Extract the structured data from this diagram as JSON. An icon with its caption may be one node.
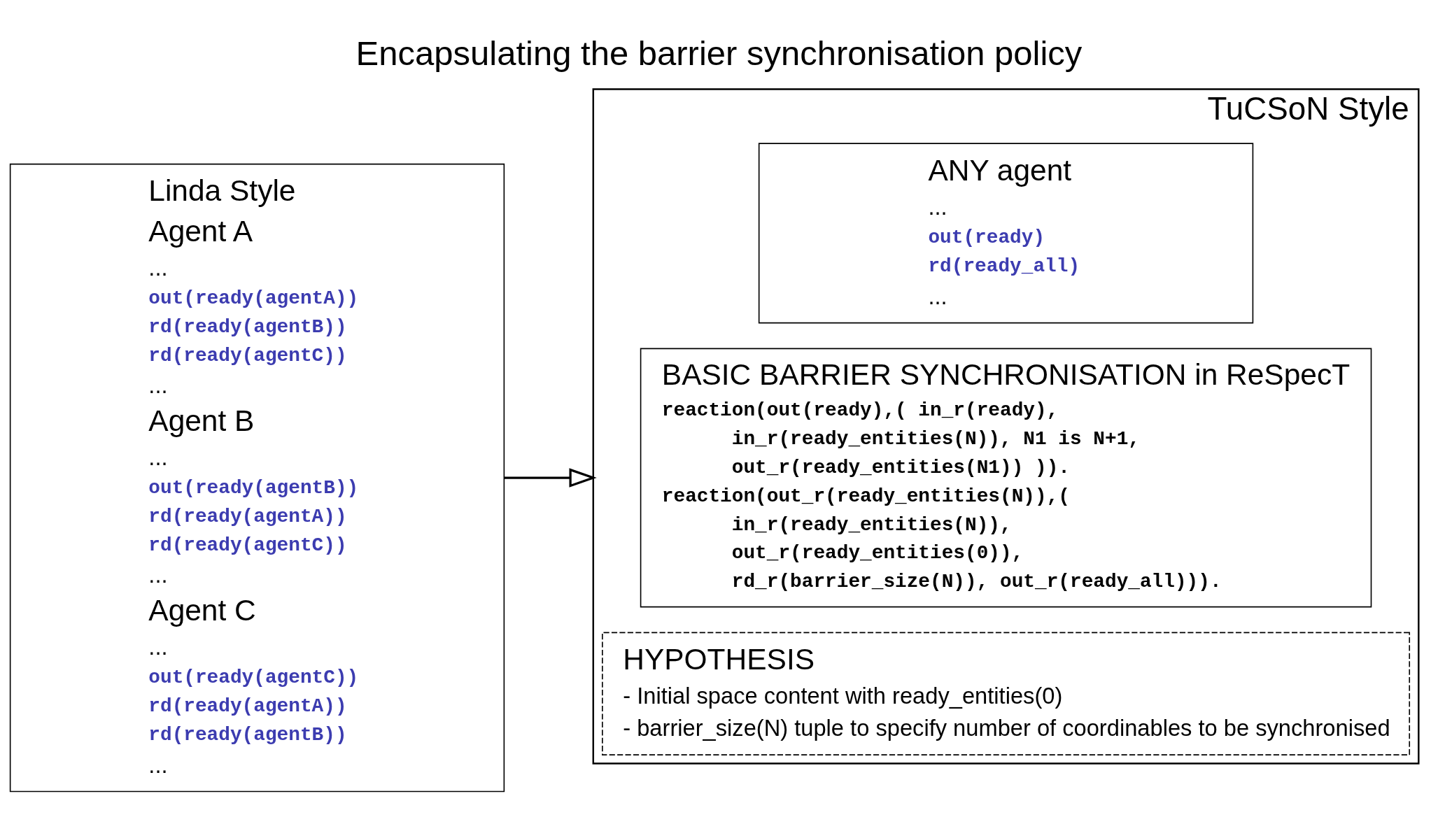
{
  "diagram": {
    "title": "Encapsulating the barrier synchronisation policy",
    "nodes": [
      {
        "text": [
          "Linda Style",
          "Agent A",
          "...",
          "out(ready(agentA))",
          "rd(ready(agentB))",
          "rd(ready(agentC))",
          "...",
          "Agent B",
          "...",
          "out(ready(agentB))",
          "rd(ready(agentA))",
          "rd(ready(agentC))",
          "...",
          "Agent C",
          "...",
          "out(ready(agentC))",
          "rd(ready(agentA))",
          "rd(ready(agentB))",
          "..."
        ]
      },
      {
        "text": [
          "TuCSoN Style"
        ]
      },
      {
        "text": [
          "ANY agent",
          "...",
          "out(ready)",
          "rd(ready_all)",
          "..."
        ],
        "in": 1
      },
      {
        "text": [
          "BASIC BARRIER SYNCHRONISATION in ReSpecT",
          "reaction(out(ready),( in_r(ready),",
          "in_r(ready_entities(N)), N1 is N+1,",
          "out_r(ready_entities(N1)) )).",
          "reaction(out_r(ready_entities(N)),(",
          "in_r(ready_entities(N)),",
          "out_r(ready_entities(0)),",
          "rd_r(barrier_size(N)), out_r(ready_all)))."
        ],
        "in": 1
      },
      {
        "text": [
          "HYPOTHESIS",
          "- Initial space content with ready_entities(0)",
          "- barrier_size(N) tuple to specify number of coordinables to be synchronised"
        ],
        "in": 1
      }
    ],
    "edges": [
      {
        "from": 0,
        "to": 1,
        "arrow": "to"
      }
    ]
  }
}
